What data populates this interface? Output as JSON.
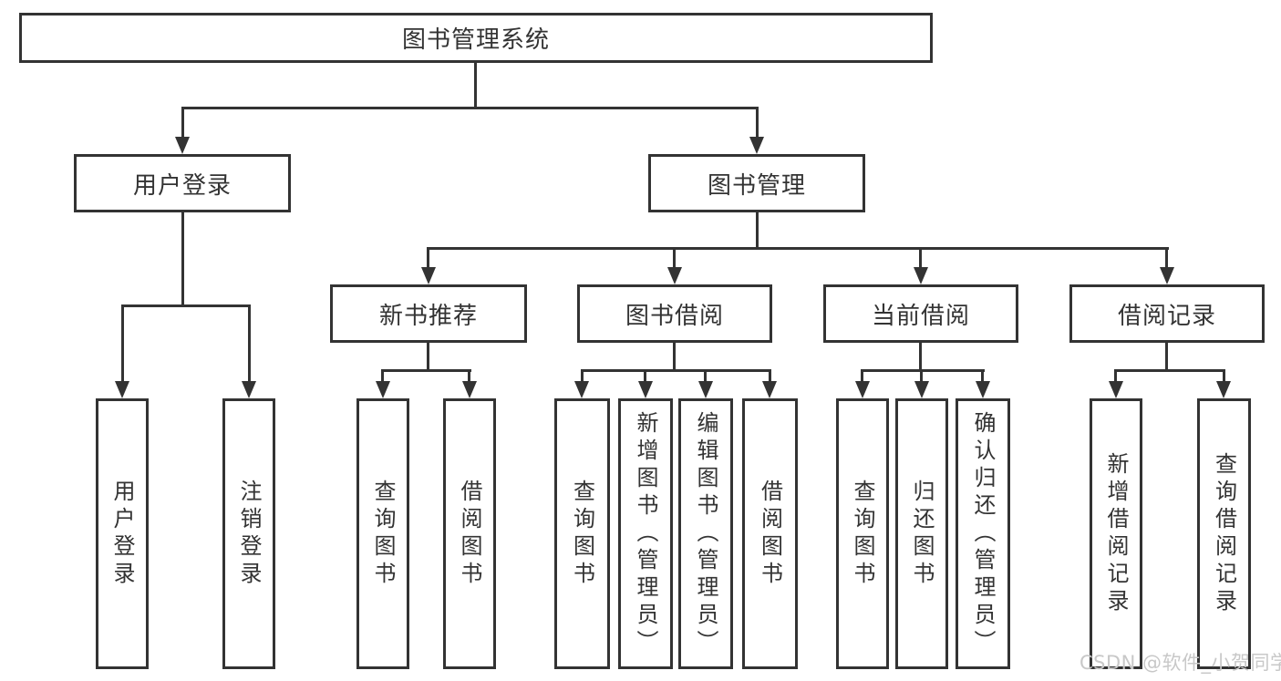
{
  "tree": {
    "root": "图书管理系统",
    "branches": [
      {
        "label": "用户登录",
        "children": [
          "用户登录",
          "注销登录"
        ]
      },
      {
        "label": "图书管理",
        "sections": [
          {
            "label": "新书推荐",
            "children": [
              "查询图书",
              "借阅图书"
            ]
          },
          {
            "label": "图书借阅",
            "children": [
              "查询图书",
              "新增图书（管理员）",
              "编辑图书（管理员）",
              "借阅图书"
            ]
          },
          {
            "label": "当前借阅",
            "children": [
              "查询图书",
              "归还图书",
              "确认归还（管理员）"
            ]
          },
          {
            "label": "借阅记录",
            "children": [
              "新增借阅记录",
              "查询借阅记录"
            ]
          }
        ]
      }
    ]
  },
  "watermark": "CSDN @软件_小贺同学",
  "colors": {
    "line": "#333333",
    "text": "#333333",
    "watermark": "#c8c8c8",
    "background": "#ffffff"
  }
}
